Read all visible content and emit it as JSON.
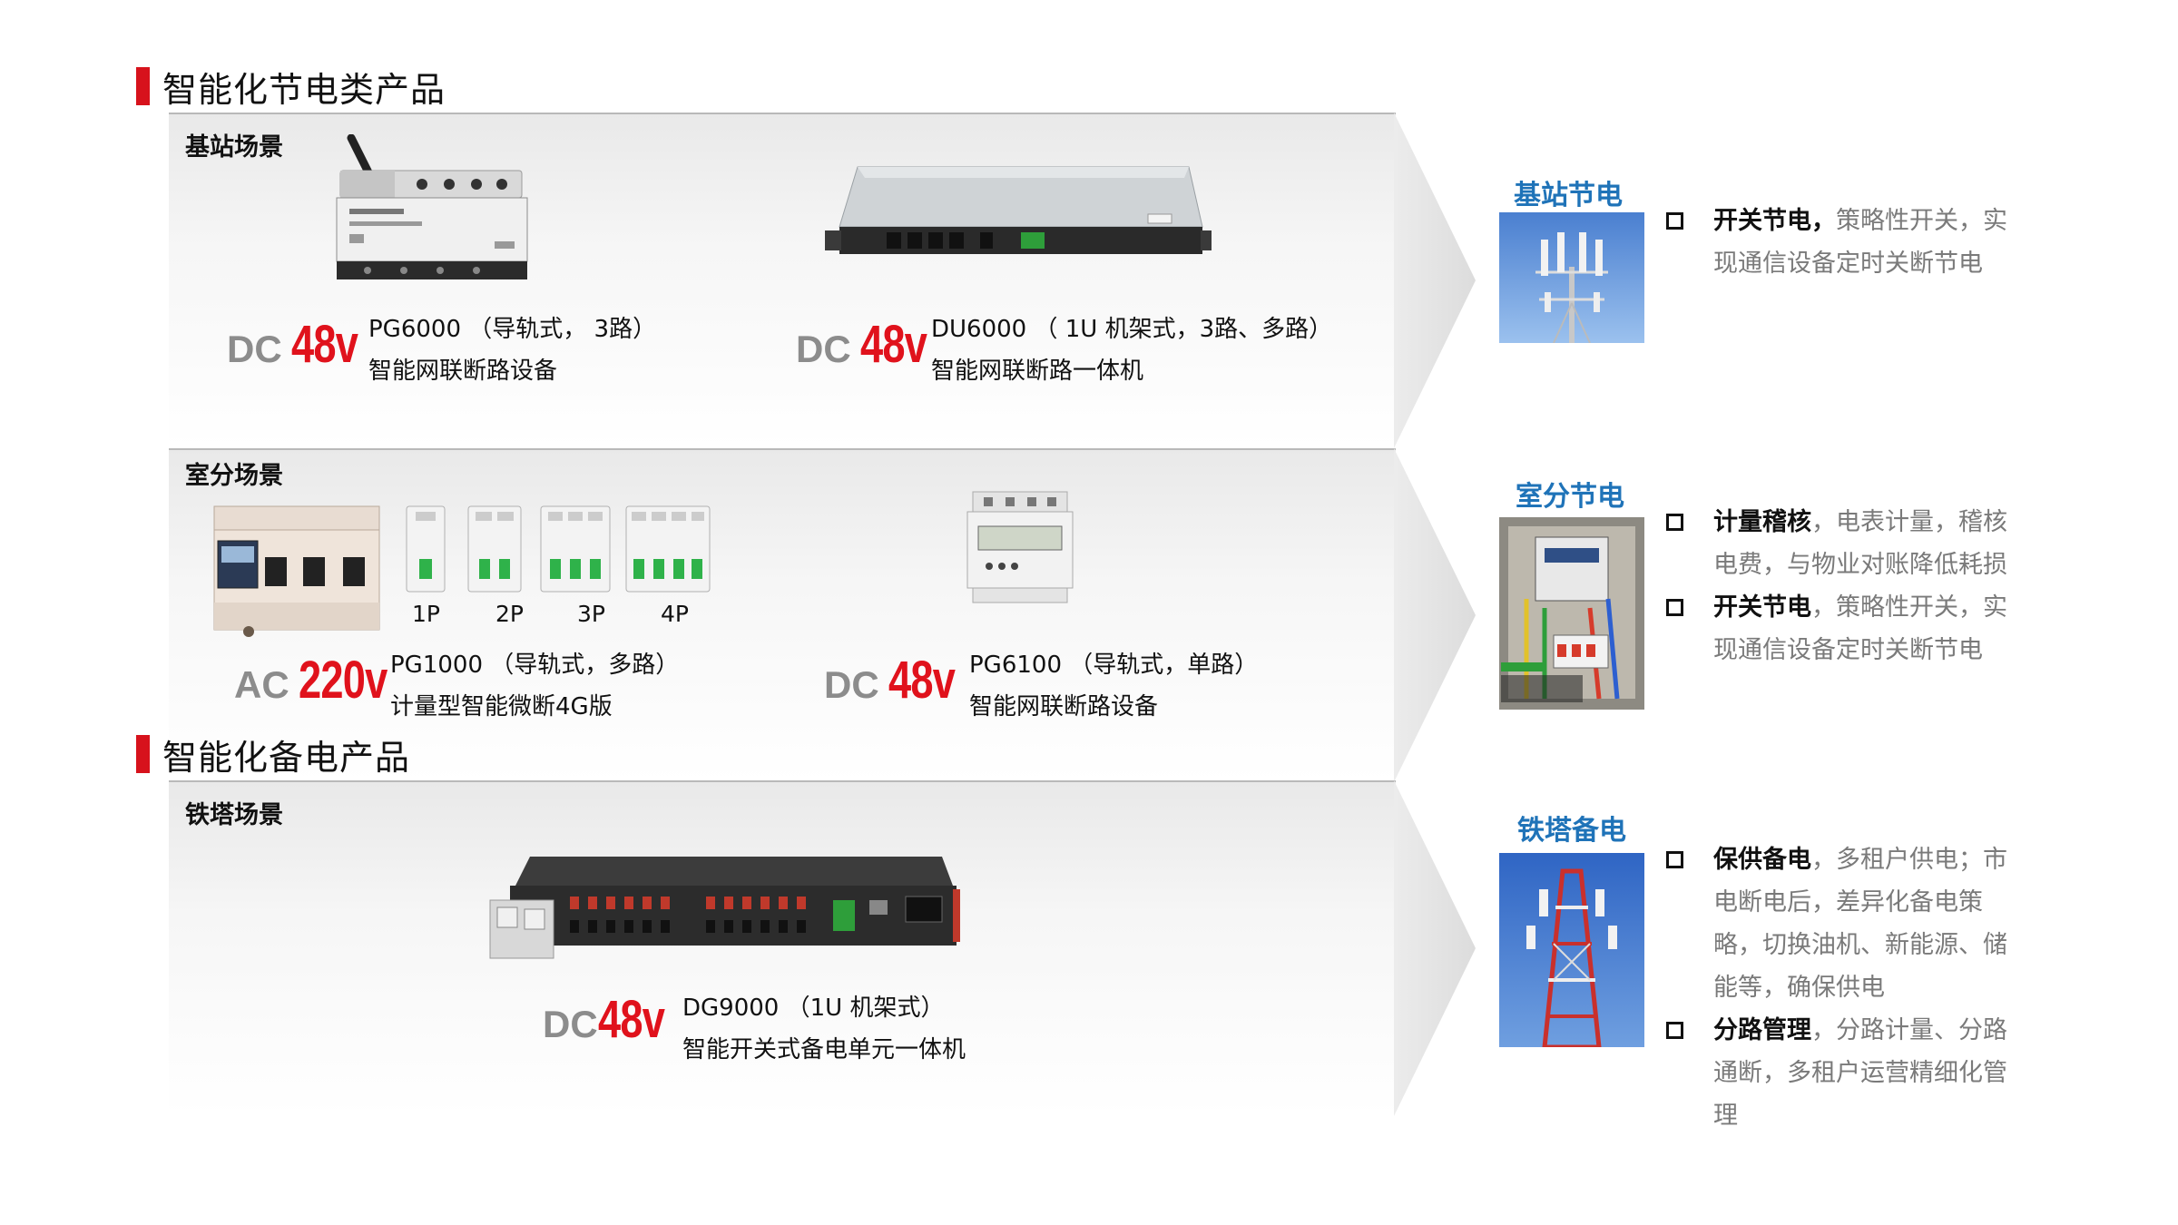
{
  "sections": {
    "saving_title": "智能化节电类产品",
    "backup_title": "智能化备电产品"
  },
  "scenes": {
    "base_station": "基站场景",
    "indoor": "室分场景",
    "tower": "铁塔场景"
  },
  "products": {
    "pg6000": {
      "volt_type": "DC",
      "volt_num": "48v",
      "line1": "PG6000 （导轨式， 3路）",
      "line2": "智能网联断路设备"
    },
    "du6000": {
      "volt_type": "DC",
      "volt_num": "48v",
      "line1": "DU6000 （ 1U 机架式，3路、多路）",
      "line2": "智能网联断路一体机"
    },
    "pg1000": {
      "volt_type": "AC",
      "volt_num": "220v",
      "line1": "PG1000 （导轨式，多路）",
      "line2": "计量型智能微断4G版"
    },
    "pg6100": {
      "volt_type": "DC",
      "volt_num": "48v",
      "line1": "PG6100 （导轨式，单路）",
      "line2": "智能网联断路设备"
    },
    "dg9000": {
      "volt_type": "DC",
      "volt_num": "48v",
      "line1": "DG9000 （1U 机架式）",
      "line2": "智能开关式备电单元一体机"
    }
  },
  "poles": [
    "1P",
    "2P",
    "3P",
    "4P"
  ],
  "right": {
    "base": {
      "title": "基站节电",
      "bullets": [
        {
          "bold": "开关节电，",
          "text": "策略性开关，实现通信设备定时关断节电"
        }
      ]
    },
    "indoor": {
      "title": "室分节电",
      "bullets": [
        {
          "bold": "计量稽核",
          "text": "，电表计量，稽核电费，与物业对账降低耗损"
        },
        {
          "bold": "开关节电",
          "text": "，策略性开关，实现通信设备定时关断节电"
        }
      ]
    },
    "tower": {
      "title": "铁塔备电",
      "bullets": [
        {
          "bold": "保供备电",
          "text": "，多租户供电；市电断电后，差异化备电策略，切换油机、新能源、储能等，确保供电"
        },
        {
          "bold": "分路管理",
          "text": "，分路计量、分路通断，多租户运营精细化管理"
        }
      ]
    }
  },
  "colors": {
    "accent_red": "#d7121c",
    "title_blue": "#1f73b8",
    "gray_text": "#7a7a7a"
  },
  "icons": [
    "square-bullet-icon",
    "chevron-arrow-icon"
  ]
}
